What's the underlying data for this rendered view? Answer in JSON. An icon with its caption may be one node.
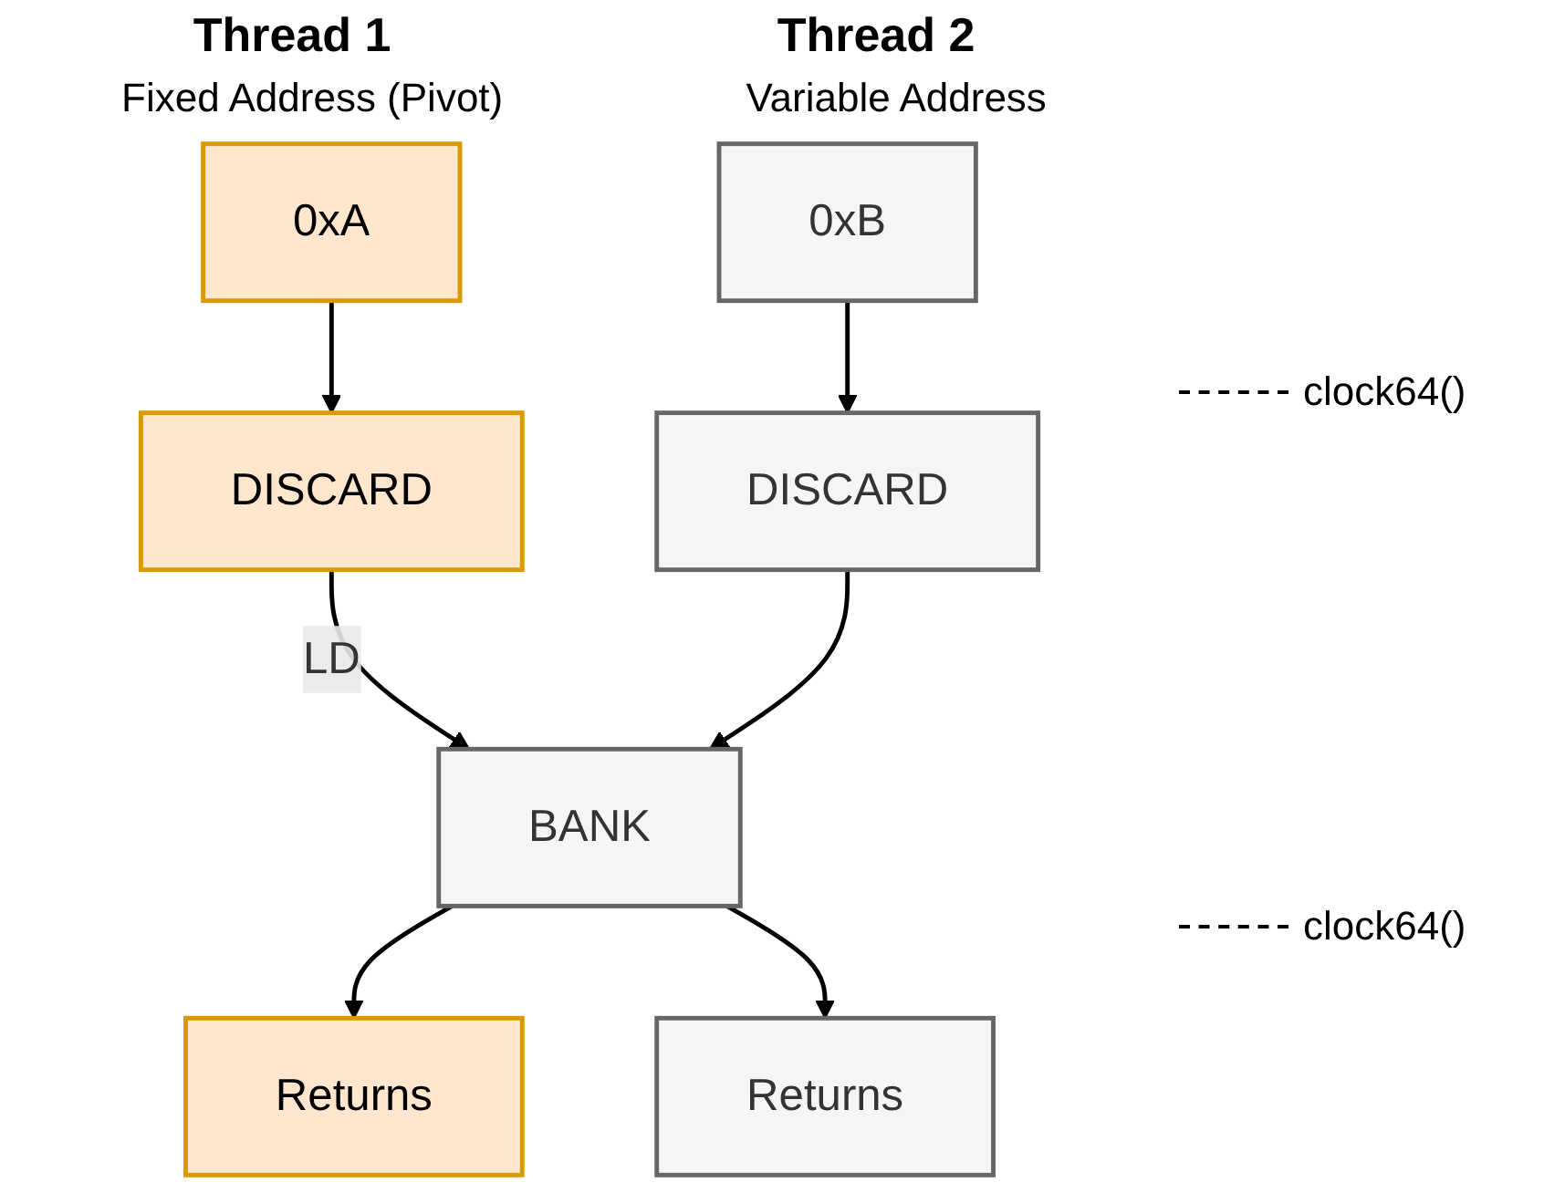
{
  "diagram": {
    "nodes": [
      {
        "text": [
          "0xA"
        ]
      },
      {
        "text": [
          "DISCARD"
        ]
      },
      {
        "text": [
          "0xB"
        ]
      },
      {
        "text": [
          "DISCARD"
        ]
      },
      {
        "text": [
          "BANK"
        ]
      },
      {
        "text": [
          "Returns"
        ]
      },
      {
        "text": [
          "Returns"
        ]
      }
    ],
    "edges": [
      {
        "from": 0,
        "to": 1,
        "arrow": "to"
      },
      {
        "from": 2,
        "to": 3,
        "arrow": "to"
      },
      {
        "from": 1,
        "to": 4,
        "arrow": "to",
        "label": "LD"
      },
      {
        "from": 3,
        "to": 4,
        "arrow": "to"
      },
      {
        "from": 4,
        "to": 5,
        "arrow": "to"
      },
      {
        "from": 4,
        "to": 6,
        "arrow": "to"
      }
    ],
    "labels": [
      "Thread 1",
      "Thread 2",
      "Fixed Address (Pivot)",
      "Variable Address",
      "clock64()",
      "clock64()"
    ]
  }
}
